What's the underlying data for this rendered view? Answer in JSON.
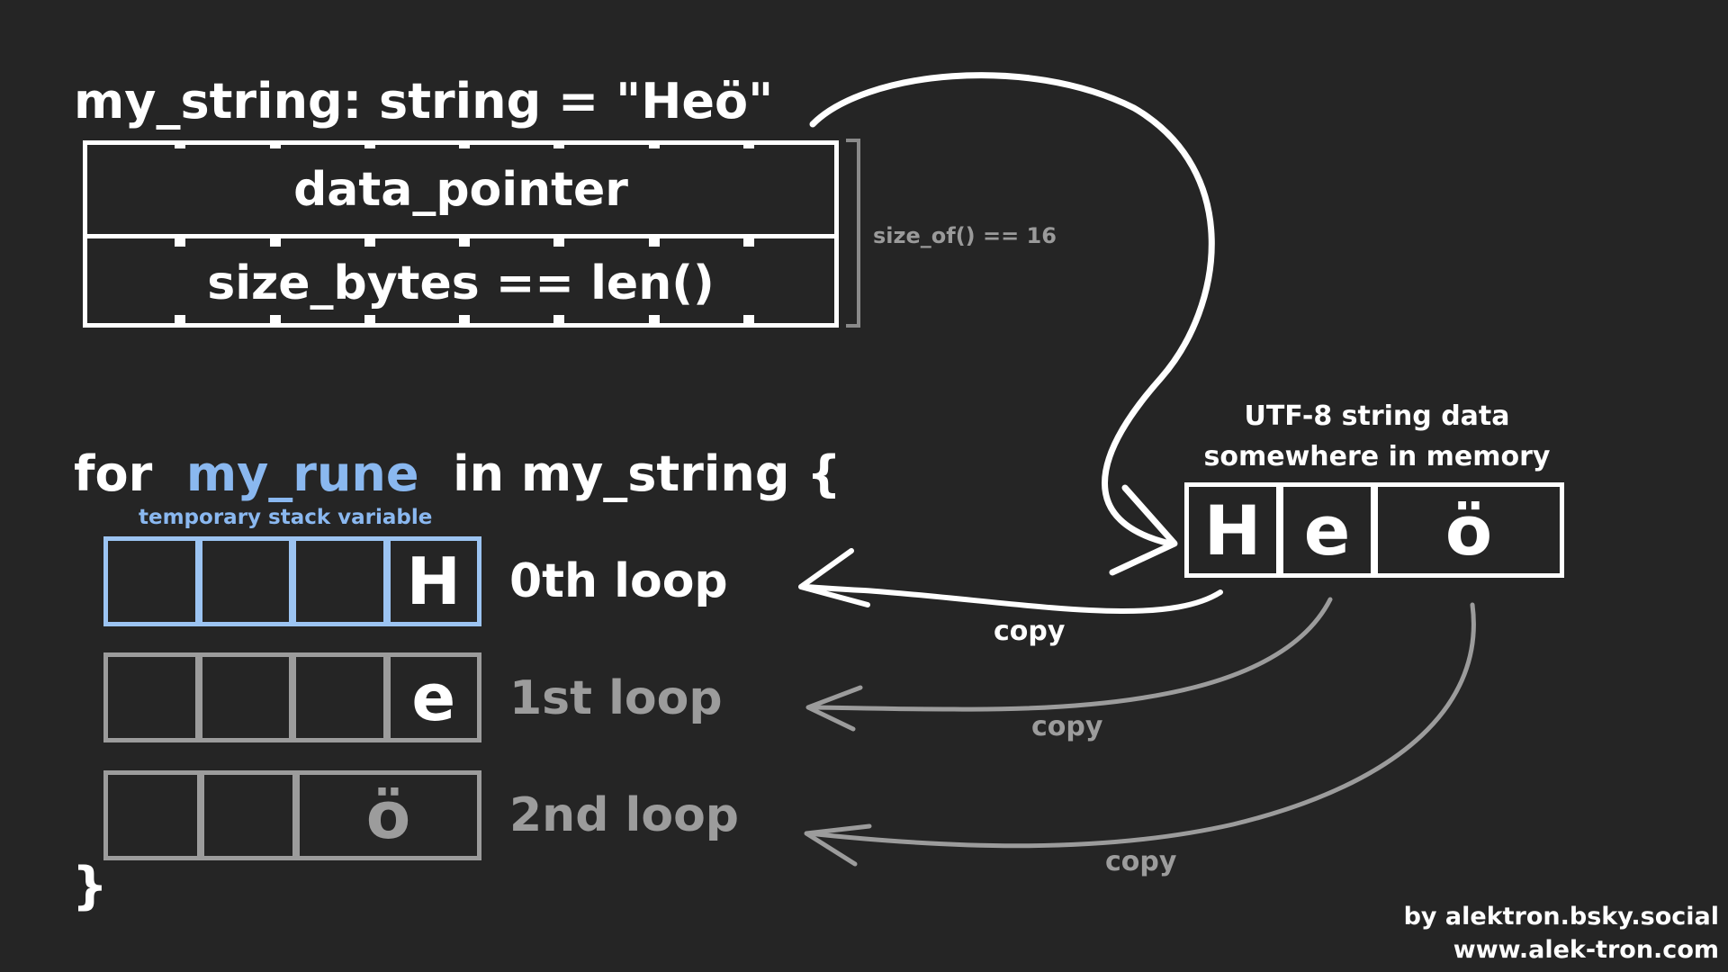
{
  "declaration": "my_string: string = \"Heö\"",
  "struct_fields": [
    "data_pointer",
    "size_bytes == len()"
  ],
  "size_note": "size_of() == 16",
  "loop": {
    "keyword": "for",
    "variable": "my_rune",
    "rest": "in my_string {",
    "close": "}"
  },
  "temp_label": "temporary stack variable",
  "rune_boxes": [
    {
      "char": "H",
      "label": "0th loop"
    },
    {
      "char": "e",
      "label": "1st loop"
    },
    {
      "char": "ö",
      "label": "2nd loop"
    }
  ],
  "utf8": {
    "label_line1": "UTF-8 string data",
    "label_line2": "somewhere in memory",
    "bytes": [
      "H",
      "e",
      "ö"
    ]
  },
  "copy_labels": [
    "copy",
    "copy",
    "copy"
  ],
  "credits": [
    "by alektron.bsky.social",
    "www.alek-tron.com"
  ],
  "colors": {
    "background": "#252525",
    "highlight": "#8ab8f0",
    "dim": "#9c9c9c",
    "text": "#ffffff"
  }
}
